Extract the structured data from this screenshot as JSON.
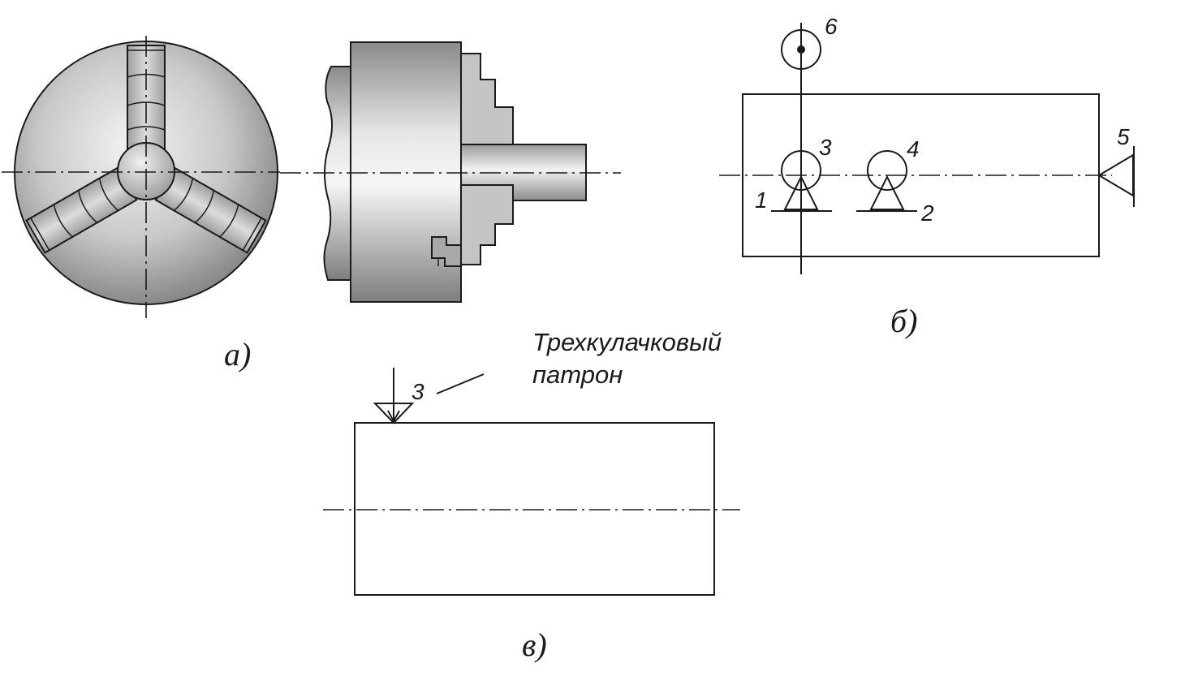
{
  "captions": {
    "a": "а)",
    "b": "б)",
    "v": "в)"
  },
  "chuck_title": {
    "line1": "Трехкулачковый",
    "line2": "патрон"
  },
  "scheme_b_labels": {
    "n1": "1",
    "n2": "2",
    "n3": "3",
    "n4": "4",
    "n5": "5",
    "n6": "6"
  },
  "scheme_v_labels": {
    "n3": "3"
  },
  "colors": {
    "line": "#1a1a1a",
    "metal_light": "#f2f2f2",
    "metal_mid": "#bdbdbd",
    "metal_dark": "#7a7a7a"
  }
}
